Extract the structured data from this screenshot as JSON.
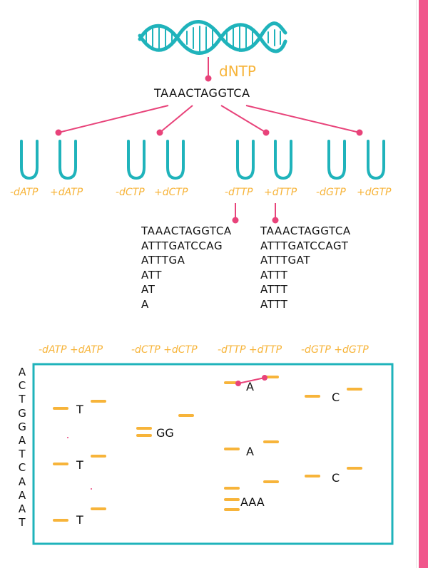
{
  "label_dntp": "dNTP",
  "template_sequence": "TAAACTAGGTCA",
  "tubes": [
    {
      "minus": "-dATP",
      "plus": "+dATP"
    },
    {
      "minus": "-dCTP",
      "plus": "+dCTP"
    },
    {
      "minus": "-dTTP",
      "plus": "+dTTP"
    },
    {
      "minus": "-dGTP",
      "plus": "+dGTP"
    }
  ],
  "fragments_minus": [
    "TAAACTAGGTCA",
    "ATTTGATCCAG",
    "ATTTGA",
    "ATT",
    "AT",
    "A"
  ],
  "fragments_plus": [
    "TAAACTAGGTCA",
    "ATTTGATCCAGT",
    "ATTTGAT",
    "ATTT",
    "ATTT",
    "ATTT"
  ],
  "gel_headers": [
    "-dATP +dATP",
    "-dCTP +dCTP",
    "-dTTP +dTTP",
    "-dGTP +dGTP"
  ],
  "ladder": [
    "A",
    "C",
    "T",
    "G",
    "G",
    "A",
    "T",
    "C",
    "A",
    "A",
    "A",
    "T"
  ],
  "gel_labels": {
    "a_lane_t1": "T",
    "a_lane_t2": "T",
    "a_lane_t3": "T",
    "c_lane_gg": "GG",
    "t_lane_a1": "A",
    "t_lane_a2": "A",
    "t_lane_aaa": "AAA",
    "g_lane_c1": "C",
    "g_lane_c2": "C"
  },
  "colors": {
    "teal": "#1fb3bb",
    "pink": "#e8437a",
    "orange": "#f7b43a",
    "sidebar": "#f0568b"
  }
}
